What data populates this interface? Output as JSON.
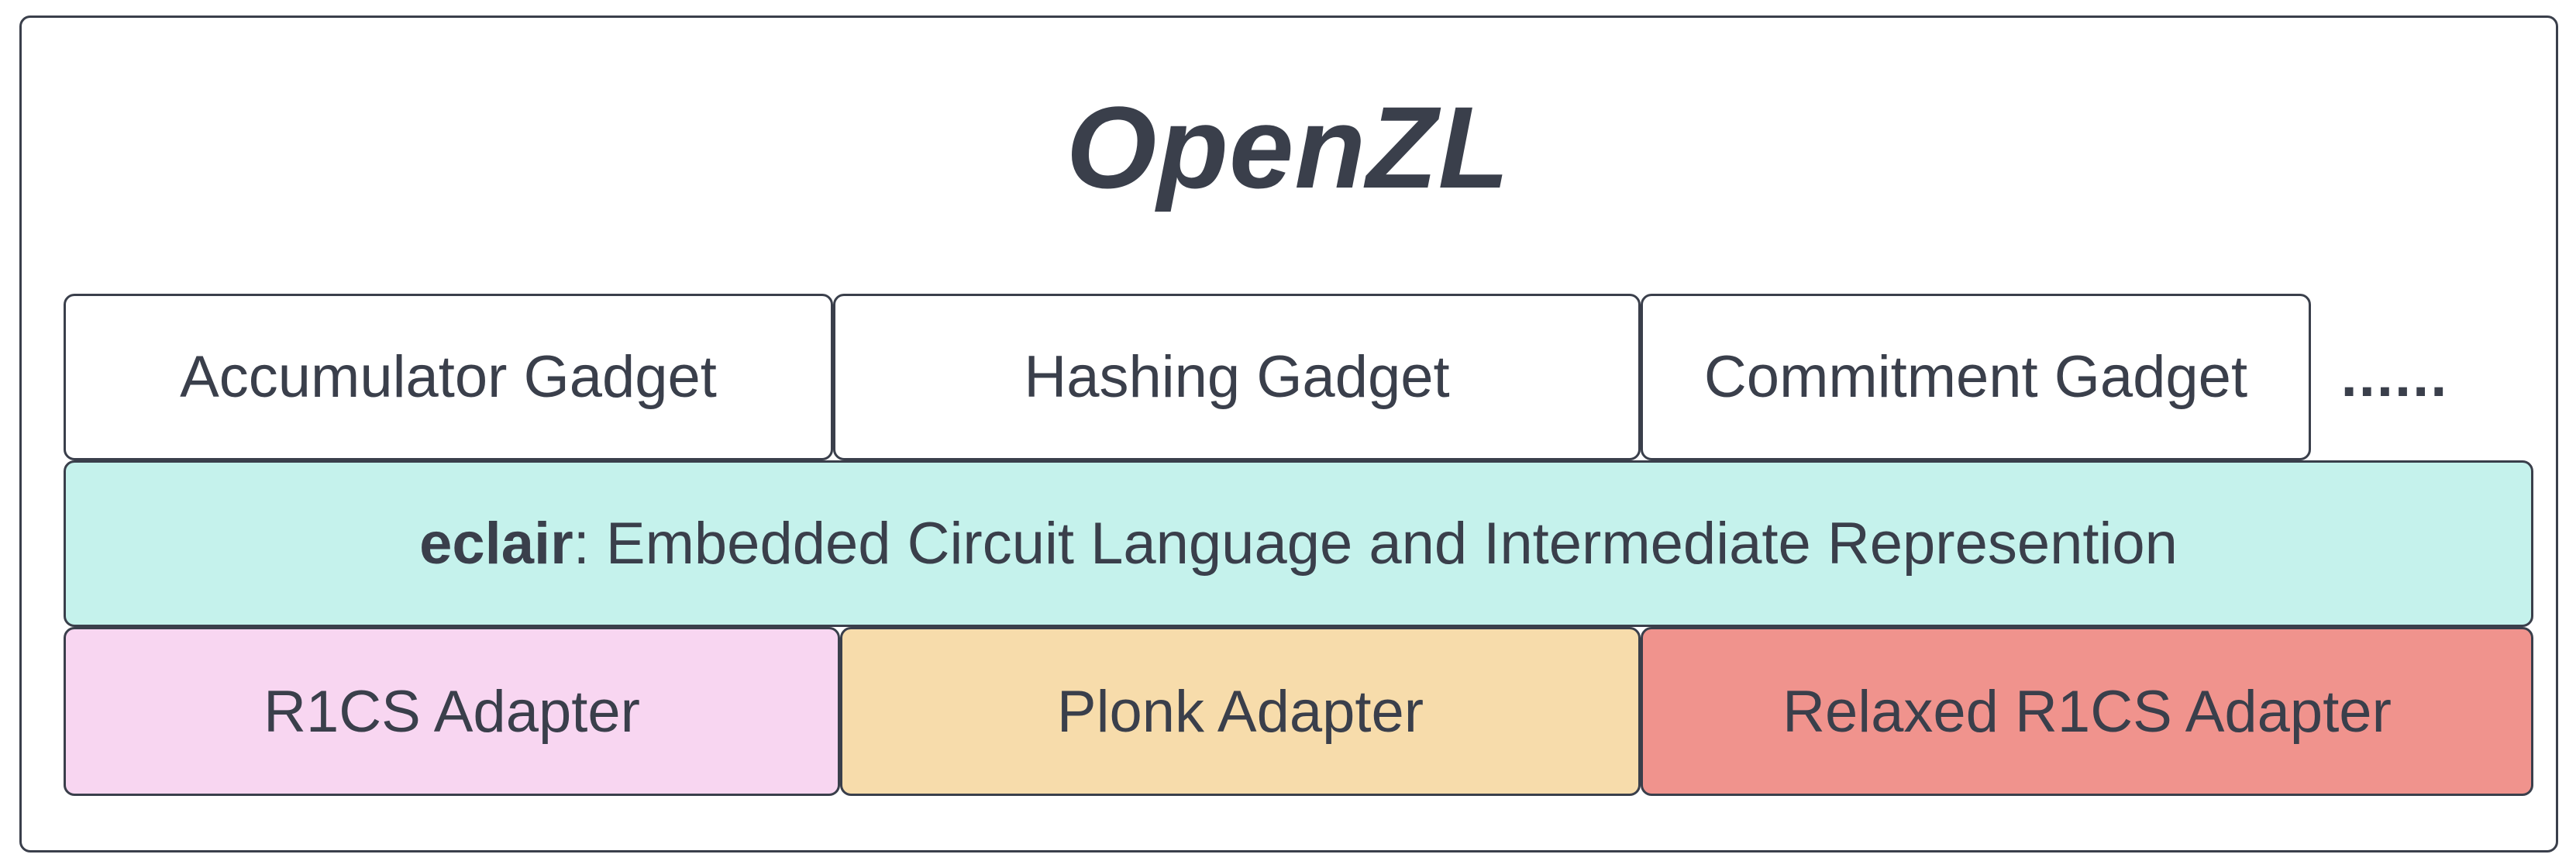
{
  "title": "OpenZL",
  "gadgets": [
    {
      "label": "Accumulator Gadget"
    },
    {
      "label": "Hashing Gadget"
    },
    {
      "label": "Commitment Gadget"
    }
  ],
  "more_indicator": "......",
  "ir_layer": {
    "name": "eclair",
    "description": ": Embedded Circuit Language and Intermediate Represention",
    "color": "#c5f2ec"
  },
  "adapters": [
    {
      "label": "R1CS Adapter",
      "color": "#f8d6f1"
    },
    {
      "label": "Plonk Adapter",
      "color": "#f7dcab"
    },
    {
      "label": "Relaxed R1CS Adapter",
      "color": "#f0938d"
    }
  ]
}
